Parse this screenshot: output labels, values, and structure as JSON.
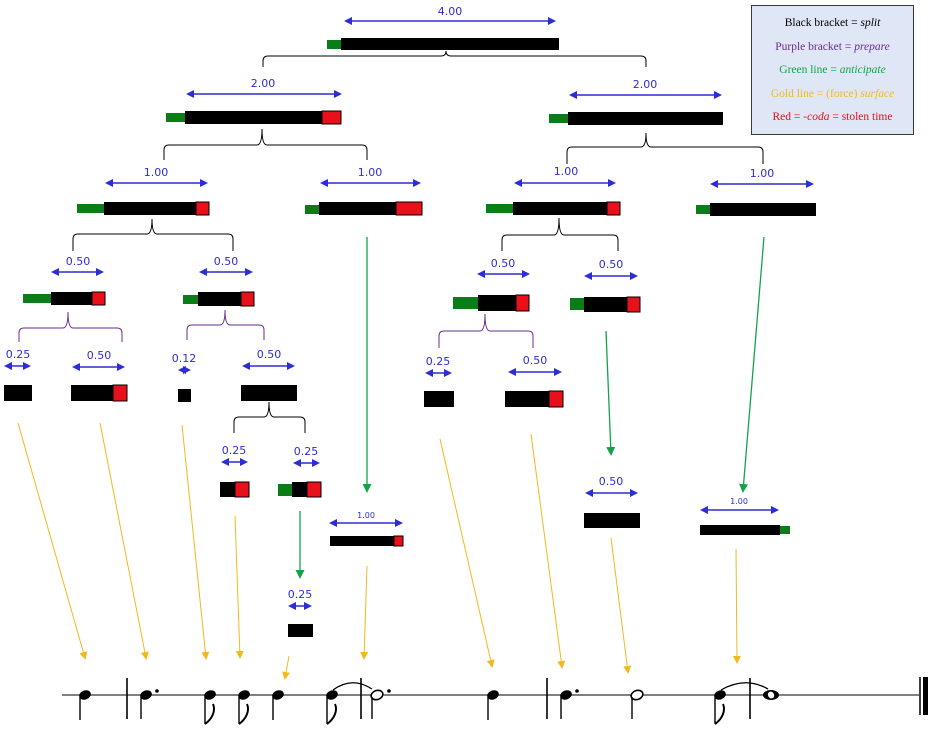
{
  "legend": {
    "black": {
      "pre": "Black bracket = ",
      "em": "split",
      "post": "",
      "color": "#000000"
    },
    "purple": {
      "pre": "Purple bracket = ",
      "em": "prepare",
      "post": "",
      "color": "#6a2c91"
    },
    "green": {
      "pre": "Green line = ",
      "em": "anticipate",
      "post": "",
      "color": "#12a34a"
    },
    "gold": {
      "pre": "Gold line = (force) ",
      "em": "surface",
      "post": "",
      "color": "#f2b91d"
    },
    "red": {
      "pre": "Red = -",
      "em": "coda",
      "post": " = stolen time",
      "color": "#e8101a"
    }
  },
  "colors": {
    "duration_arrow": "#2d2dd6",
    "block": "#000000",
    "anticipate_segment": "#0a7d18",
    "stolen_segment": "#e8101a",
    "split_bracket": "#000000",
    "prepare_bracket": "#6a2c91",
    "anticipate_line": "#12a34a",
    "surface_line": "#f2b91d"
  },
  "durations": {
    "root": "4.00",
    "l1_left": "2.00",
    "l1_right": "2.00",
    "l2_a": "1.00",
    "l2_b": "1.00",
    "l2_c": "1.00",
    "l2_d": "1.00",
    "l3_a": "0.50",
    "l3_b": "0.50",
    "l3_c": "0.50",
    "l3_d": "0.50",
    "l4_a": "0.25",
    "l4_b": "0.50",
    "l4_c": "0.12",
    "l4_d": "0.50",
    "l4_e": "0.25",
    "l4_f": "0.50",
    "l5_a": "0.25",
    "l5_b": "0.25",
    "ant_b": "1.00",
    "ant_d": "1.00",
    "ant_l3d": "0.50",
    "ant_l5b": "0.25"
  }
}
